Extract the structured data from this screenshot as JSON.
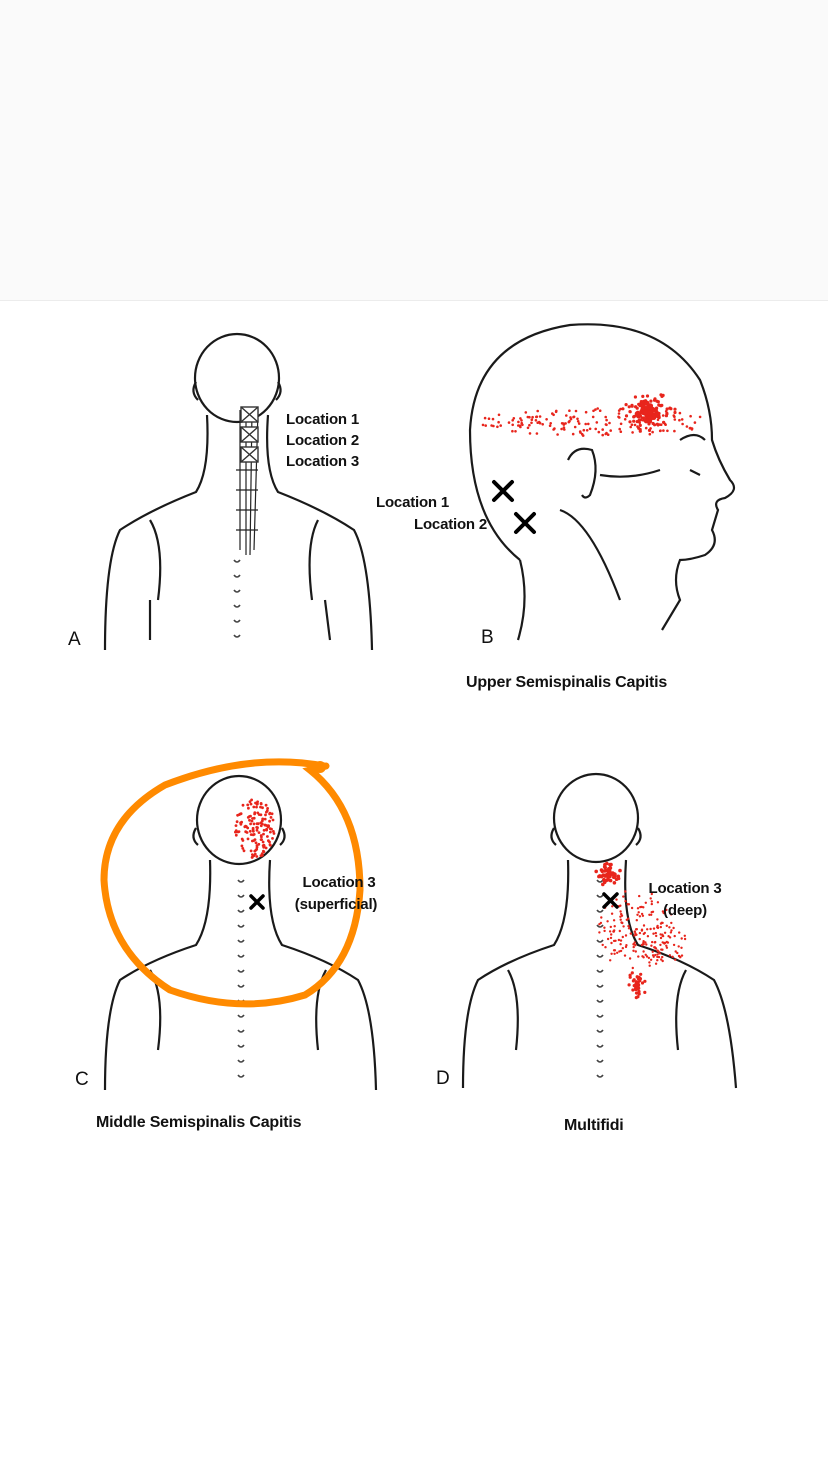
{
  "panels": {
    "a": {
      "letter": "A",
      "locations": [
        "Location 1",
        "Location 2",
        "Location 3"
      ]
    },
    "b": {
      "letter": "B",
      "locations": [
        "Location 1",
        "Location 2"
      ],
      "caption": "Upper Semispinalis Capitis"
    },
    "c": {
      "letter": "C",
      "location_line1": "Location 3",
      "location_line2": "(superficial)",
      "caption": "Middle Semispinalis Capitis"
    },
    "d": {
      "letter": "D",
      "location_line1": "Location 3",
      "location_line2": "(deep)",
      "caption": "Multifidi"
    }
  },
  "colors": {
    "referred_pain": "#e8251c",
    "annotation_circle": "#ff8a00",
    "line_art": "#1a1a1a"
  }
}
